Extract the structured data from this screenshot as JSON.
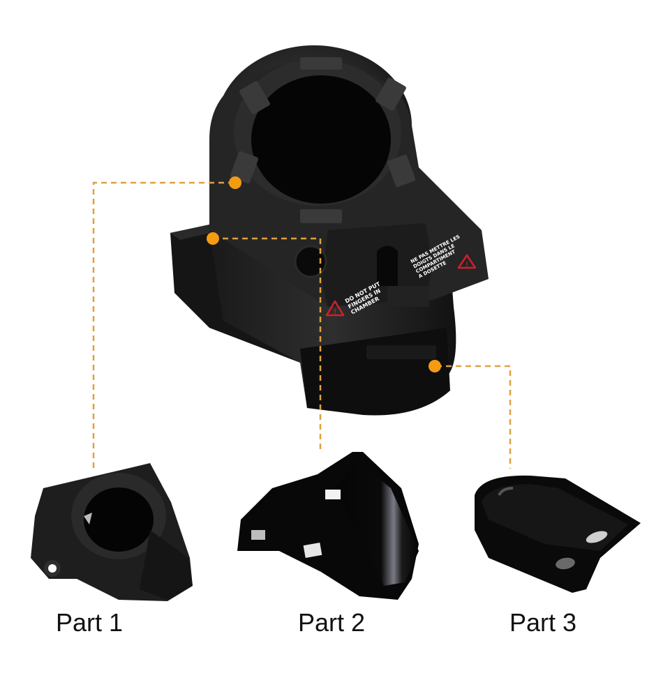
{
  "image": {
    "description": "Exploded product view of a black coffee pod holder assembly with callout lines to three separate parts",
    "background": "#ffffff",
    "accent_color": "#f39c12",
    "line_color": "#e0a040"
  },
  "assembly": {
    "warning_left": "DO NOT PUT\nFINGERS IN\nCHAMBER",
    "warning_right": "NE PAS METTRE LES\nDOIGTS DANS LE\nCOMPARTIMENT\nA DOSETTE",
    "warning_icon": "warning-triangle-icon",
    "warning_icon_color": "#d0202a"
  },
  "parts": [
    {
      "label": "Part 1"
    },
    {
      "label": "Part 2"
    },
    {
      "label": "Part 3"
    }
  ]
}
